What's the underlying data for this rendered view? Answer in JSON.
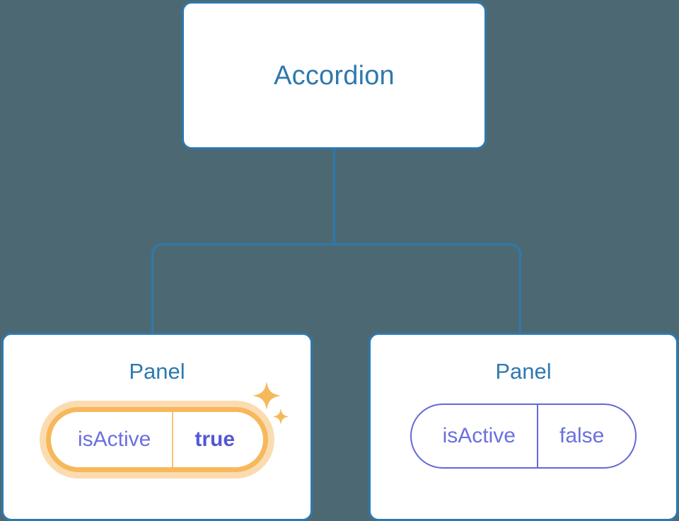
{
  "canvas": {
    "background_color": "#4C6973"
  },
  "theme": {
    "card_border_color": "#2E79AE",
    "card_background_color": "#FFFFFF",
    "card_title_color": "#2E79AE",
    "connector_color": "#2E79AE",
    "pill_border_color": "#6268D8",
    "pill_text_color": "#6B70DE",
    "highlight_border_color": "#F7B85C",
    "highlight_glow_color": "#FBDCB0",
    "highlight_value_color": "#5358D6",
    "sparkle_color": "#F5B95C"
  },
  "tree": {
    "root": {
      "title": "Accordion"
    },
    "children": [
      {
        "title": "Panel",
        "highlighted": true,
        "prop": {
          "key": "isActive",
          "value": "true"
        },
        "sparkle_icons": [
          "sparkle-large-icon",
          "sparkle-small-icon"
        ]
      },
      {
        "title": "Panel",
        "highlighted": false,
        "prop": {
          "key": "isActive",
          "value": "false"
        }
      }
    ]
  }
}
